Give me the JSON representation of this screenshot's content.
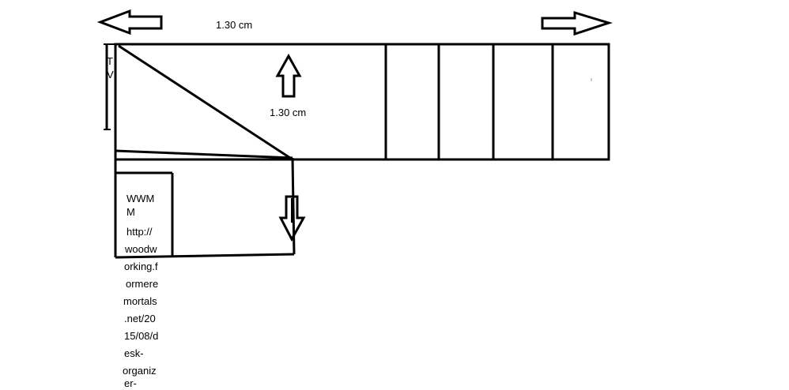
{
  "labels": {
    "width_dimension": "1.30 cm",
    "height_dimension": "1.30 cm",
    "edge_fragment_top": "T",
    "edge_fragment_bottom": "V"
  },
  "note": {
    "lines": [
      "WWM",
      "M",
      "http://",
      "woodw",
      "orking.f",
      "ormere",
      "mortals",
      ".net/20",
      "15/08/d",
      "esk-",
      "organiz",
      "er-"
    ]
  },
  "colors": {
    "stroke": "#000000",
    "background": "#ffffff"
  },
  "icons": {
    "left": "arrow-left-icon",
    "right": "arrow-right-icon",
    "up": "arrow-up-icon",
    "down": "arrow-down-icon"
  }
}
